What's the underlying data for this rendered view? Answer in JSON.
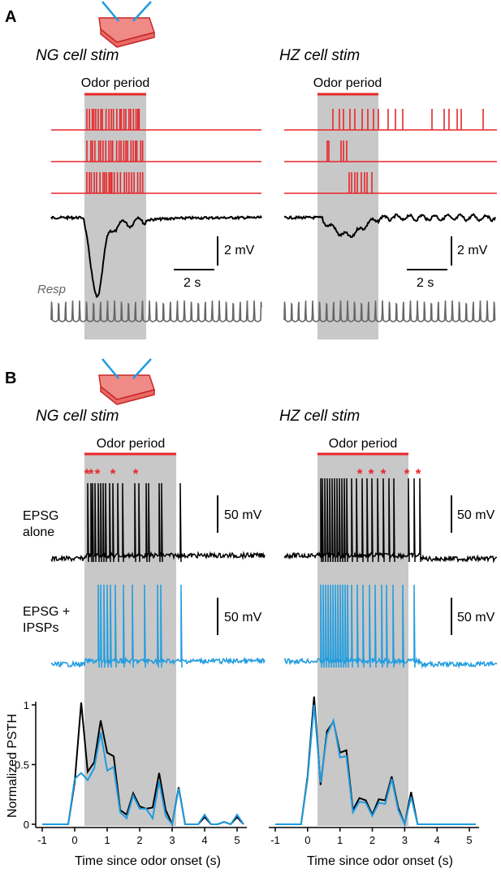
{
  "panels": {
    "A": {
      "letter": "A",
      "left_title": "NG cell stim",
      "right_title": "HZ cell stim"
    },
    "B": {
      "letter": "B",
      "left_title": "NG cell stim",
      "right_title": "HZ cell stim"
    }
  },
  "labels": {
    "odor_period": "Odor period",
    "resp": "Resp",
    "scale_2mv": "2 mV",
    "scale_2s": "2 s",
    "scale_50mv": "50 mV",
    "epsg_alone_1": "EPSG",
    "epsg_alone_2": "alone",
    "epsg_ipsp_1": "EPSG +",
    "epsg_ipsp_2": "IPSPs",
    "ylabel": "Normalized PSTH",
    "xlabel": "Time since odor onset (s)",
    "star": "*"
  },
  "colors": {
    "red": "#e8262a",
    "black": "#000000",
    "blue": "#1f9ce0",
    "gray_shade": "#c8c8c8",
    "resp_gray": "#666666"
  },
  "icons": [
    "brain-slice-icon"
  ],
  "chart_data": [
    {
      "type": "line",
      "title": "",
      "panel": "B-left",
      "xlabel": "Time since odor onset (s)",
      "ylabel": "Normalized PSTH",
      "xlim": [
        -1.2,
        5.3
      ],
      "ylim": [
        0,
        1.05
      ],
      "xticks": [
        -1,
        0,
        1,
        2,
        3,
        4,
        5
      ],
      "xtick_labels": [
        "-1",
        "0",
        "1",
        "2",
        "3",
        "4",
        "5"
      ],
      "yticks": [
        0,
        0.5,
        1
      ],
      "ytick_labels": [
        "0",
        "0.5",
        "1"
      ],
      "odor_period": [
        0,
        3
      ],
      "x": [
        -1,
        -0.8,
        -0.6,
        -0.4,
        -0.2,
        0,
        0.2,
        0.4,
        0.6,
        0.8,
        1.0,
        1.2,
        1.4,
        1.6,
        1.8,
        2.0,
        2.2,
        2.4,
        2.6,
        2.8,
        3.0,
        3.2,
        3.4,
        3.6,
        3.8,
        4.0,
        4.2,
        4.4,
        4.6,
        4.8,
        5.0,
        5.2
      ],
      "series": [
        {
          "color": "#000000",
          "values": [
            0,
            0,
            0,
            0,
            0,
            0.35,
            1.02,
            0.44,
            0.52,
            0.87,
            0.6,
            0.57,
            0.12,
            0.08,
            0.26,
            0.15,
            0.13,
            0.14,
            0.43,
            0.12,
            0,
            0.31,
            0,
            0,
            0,
            0.06,
            0,
            0,
            0.02,
            0,
            0.06,
            0
          ]
        },
        {
          "color": "#1f9ce0",
          "values": [
            0,
            0,
            0,
            0,
            0,
            0.38,
            0.43,
            0.37,
            0.47,
            0.77,
            0.45,
            0.48,
            0.1,
            0.05,
            0.24,
            0.13,
            0.13,
            0.05,
            0.36,
            0.07,
            0,
            0.3,
            0,
            0,
            0,
            0.08,
            0,
            0,
            0.02,
            0,
            0.08,
            0
          ]
        }
      ]
    },
    {
      "type": "line",
      "title": "",
      "panel": "B-right",
      "xlabel": "Time since odor onset (s)",
      "ylabel": "",
      "xlim": [
        -1.2,
        5.3
      ],
      "ylim": [
        0,
        1.05
      ],
      "xticks": [
        -1,
        0,
        1,
        2,
        3,
        4,
        5
      ],
      "xtick_labels": [
        "-1",
        "0",
        "1",
        "2",
        "3",
        "4",
        "5"
      ],
      "odor_period": [
        0,
        3
      ],
      "x": [
        -1,
        -0.8,
        -0.6,
        -0.4,
        -0.2,
        0,
        0.2,
        0.4,
        0.6,
        0.8,
        1.0,
        1.2,
        1.4,
        1.6,
        1.8,
        2.0,
        2.2,
        2.4,
        2.6,
        2.8,
        3.0,
        3.2,
        3.4,
        3.6,
        3.8,
        4.0,
        4.2,
        4.4,
        4.6,
        4.8,
        5.0,
        5.2
      ],
      "series": [
        {
          "color": "#000000",
          "values": [
            0,
            0,
            0,
            0,
            0,
            0.4,
            1.07,
            0.33,
            0.78,
            0.86,
            0.6,
            0.62,
            0.12,
            0.22,
            0.2,
            0.08,
            0.21,
            0.2,
            0.4,
            0.14,
            0,
            0.27,
            0,
            0,
            0,
            0,
            0,
            0,
            0,
            0,
            0,
            0
          ]
        },
        {
          "color": "#1f9ce0",
          "values": [
            0,
            0,
            0,
            0,
            0,
            0.38,
            1.0,
            0.35,
            0.75,
            0.87,
            0.56,
            0.57,
            0.1,
            0.19,
            0.18,
            0.07,
            0.18,
            0.17,
            0.38,
            0.12,
            0,
            0.23,
            0,
            0,
            0,
            0,
            0,
            0,
            0,
            0,
            0,
            0
          ]
        }
      ]
    }
  ]
}
